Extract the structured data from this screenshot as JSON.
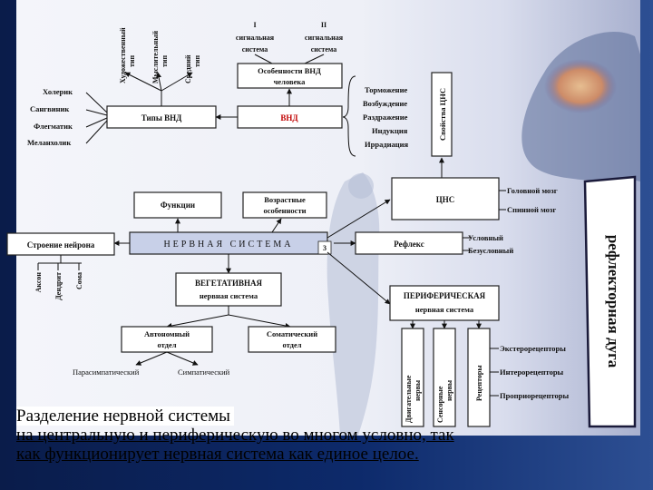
{
  "diagram": {
    "types_rotated": [
      "Художественный",
      "Мыслительный",
      "Средний"
    ],
    "types_rotated_sub": [
      "тип",
      "тип",
      "тип"
    ],
    "temperaments": [
      "Холерик",
      "Сангвиник",
      "Флегматик",
      "Меланхолик"
    ],
    "signal_systems": [
      {
        "num": "I",
        "l1": "сигнальная",
        "l2": "система"
      },
      {
        "num": "II",
        "l1": "сигнальная",
        "l2": "система"
      }
    ],
    "boxes": {
      "types_vnd": "Типы ВНД",
      "vnd": "ВНД",
      "features_l1": "Особенности ВНД",
      "features_l2": "человека",
      "cns_properties": "Свойства ЦНС",
      "cns": "ЦНС",
      "functions": "Функции",
      "age_l1": "Возрастные",
      "age_l2": "особенности",
      "nervous_system": "НЕРВНАЯ СИСТЕМА",
      "neuron_structure": "Строение нейрона",
      "reflex": "Рефлекс",
      "vegetative_l1": "ВЕГЕТАТИВНАЯ",
      "vegetative_l2": "нервная система",
      "autonomic_l1": "Автономный",
      "autonomic_l2": "отдел",
      "somatic_l1": "Соматический",
      "somatic_l2": "отдел",
      "peripheral_l1": "ПЕРИФЕРИЧЕСКАЯ",
      "peripheral_l2": "нервная система"
    },
    "cns_properties": [
      "Торможение",
      "Возбуждение",
      "Раздражение",
      "Индукция",
      "Иррадиация"
    ],
    "cns_parts": [
      "Головной мозг",
      "Спинной мозг"
    ],
    "badge": "3",
    "neuron_parts": [
      "Аксон",
      "Дендрит",
      "Сома"
    ],
    "reflex_types": [
      "Условный",
      "Безусловный"
    ],
    "divisions": [
      "Парасимпатический",
      "Симпатический"
    ],
    "nerves": {
      "motor_l1": "Двигательные",
      "motor_l2": "нервы",
      "sensory_l1": "Сенсорные",
      "sensory_l2": "нервы",
      "receptors": "Рецепторы"
    },
    "receptor_types": [
      "Экстерорецепторы",
      "Интерорецепторы",
      "Проприорецепторы"
    ],
    "reflex_arc": "рефлекторная дуга"
  },
  "caption": {
    "line1": "Разделение нервной системы",
    "line2": "на центральную и периферическую во многом условно, так",
    "line3": "как функционирует нервная система как единое целое."
  }
}
